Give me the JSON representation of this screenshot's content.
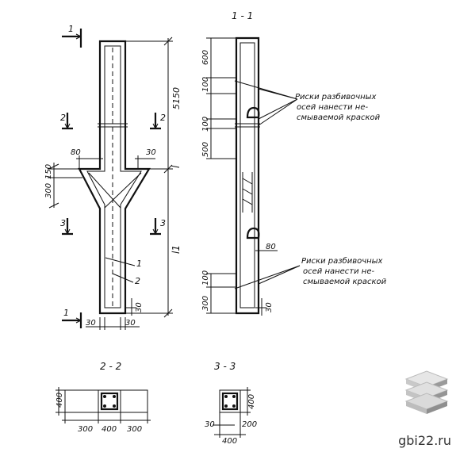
{
  "section_marks": {
    "num1": "1",
    "num2": "2",
    "num3": "3"
  },
  "section_titles": {
    "s11": "1 - 1",
    "s22": "2 - 2",
    "s33": "3 - 3"
  },
  "left_view": {
    "dims": {
      "d5150": "5150",
      "d80": "80",
      "d30_top": "30",
      "d150": "150",
      "d300": "300",
      "d30_bottom": "30",
      "d30_b1": "30",
      "d30_b2": "30",
      "l_top": "l",
      "l1": "l1"
    },
    "leaders": {
      "pos1": "1",
      "pos2": "2"
    }
  },
  "right_view": {
    "dims": {
      "d600": "600",
      "d100_a": "100",
      "d100_b": "100",
      "d500": "500",
      "d80": "80",
      "d100_c": "100",
      "d300": "300",
      "d30": "30"
    },
    "note_top": [
      "Риски разбивочных",
      "осей нанести не-",
      "смываемой краской"
    ],
    "note_bottom": [
      "Риски разбивочных",
      "осей нанести не-",
      "смываемой краской"
    ]
  },
  "section22": {
    "d400": "400",
    "d300_l": "300",
    "d400_m": "400",
    "d300_r": "300"
  },
  "section33": {
    "d400_v": "400",
    "d30": "30",
    "d200": "200",
    "d400_h": "400"
  },
  "watermark": {
    "site": "gbi22.ru"
  }
}
